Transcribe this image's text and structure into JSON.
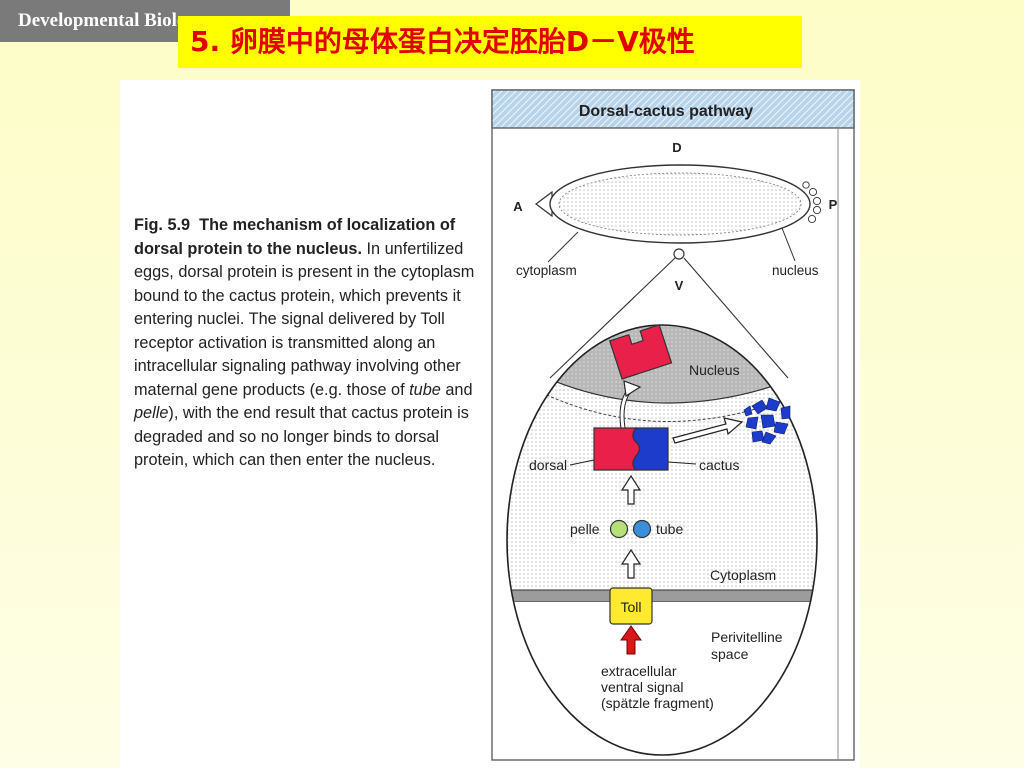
{
  "header_tag": "Developmental Biology",
  "slide_title": "5. 卵膜中的母体蛋白决定胚胎D－V极性",
  "caption": {
    "fig_number": "Fig. 5.9",
    "fig_heading": "The mechanism of localization of dorsal protein to the nucleus.",
    "body_1": "In unfertilized eggs, dorsal protein is present in the cytoplasm bound to the cactus protein, which prevents it entering nuclei. The signal delivered by Toll receptor activation is transmitted along an intracellular signaling pathway involving other maternal gene products (e.g. those of ",
    "term_tube": "tube",
    "body_and": " and ",
    "term_pelle": "pelle",
    "body_2": "), with the end result that cactus protein is degraded and so no longer binds to dorsal protein, which can then enter the nucleus."
  },
  "diagram": {
    "header": "Dorsal-cactus pathway",
    "axis_d": "D",
    "axis_v": "V",
    "axis_a": "A",
    "axis_p": "P",
    "cytoplasm_top": "cytoplasm",
    "nucleus_top": "nucleus",
    "nucleus_label": "Nucleus",
    "dorsal": "dorsal",
    "cactus": "cactus",
    "pelle": "pelle",
    "tube": "tube",
    "cytoplasm": "Cytoplasm",
    "toll": "Toll",
    "perivitelline_1": "Perivitelline",
    "perivitelline_2": "space",
    "signal_1": "extracellular",
    "signal_2": "ventral signal",
    "signal_3": "(spätzle fragment)",
    "colors": {
      "dorsal": "#e8204a",
      "cactus": "#1e3ccc",
      "pelle": "#b6e07a",
      "tube": "#3a8fd8",
      "toll": "#ffea30",
      "signal_arrow": "#d81818",
      "nucleus_fill": "#bdbdbd"
    }
  }
}
